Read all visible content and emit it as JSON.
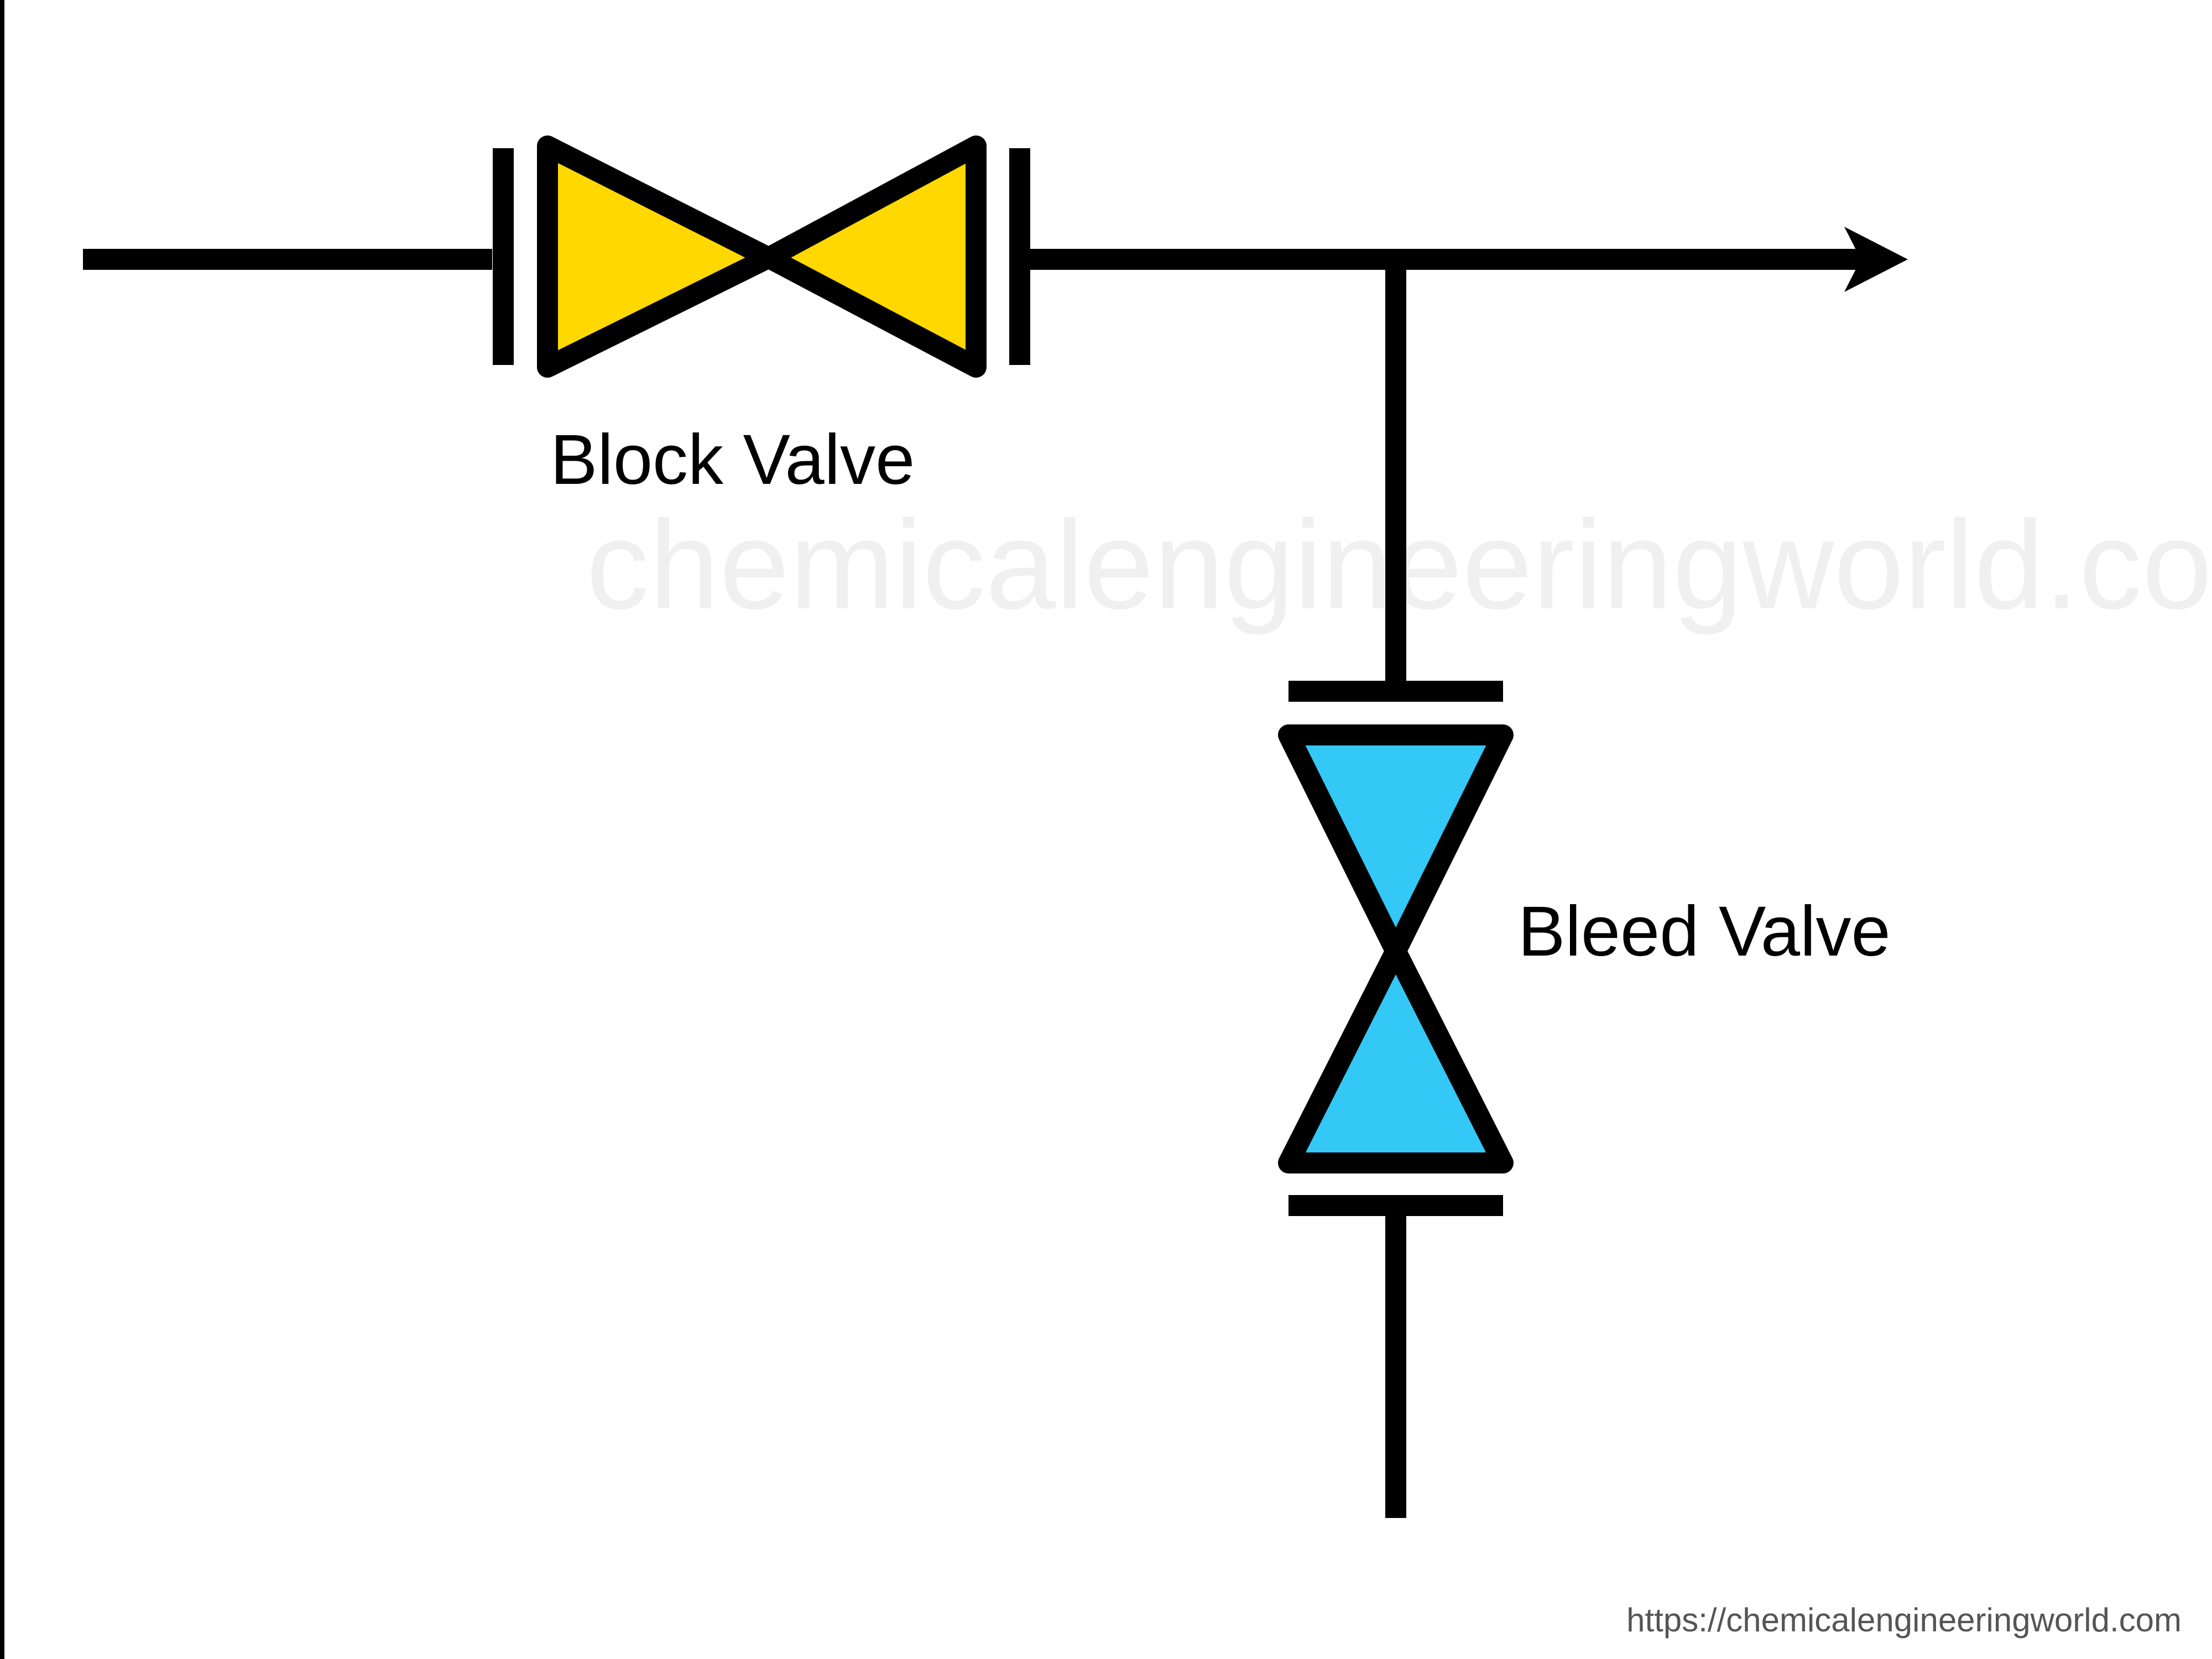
{
  "labels": {
    "block_valve": "Block Valve",
    "bleed_valve": "Bleed Valve"
  },
  "watermark": "chemicalengineeringworld.com",
  "source_url": "https://chemicalengineeringworld.com",
  "colors": {
    "block_valve_fill": "#FFD800",
    "bleed_valve_fill": "#33C8F5",
    "line": "#000000"
  },
  "icons": {
    "block_valve": "gate-valve-icon",
    "bleed_valve": "gate-valve-icon",
    "flow_direction": "arrow-right-icon"
  }
}
